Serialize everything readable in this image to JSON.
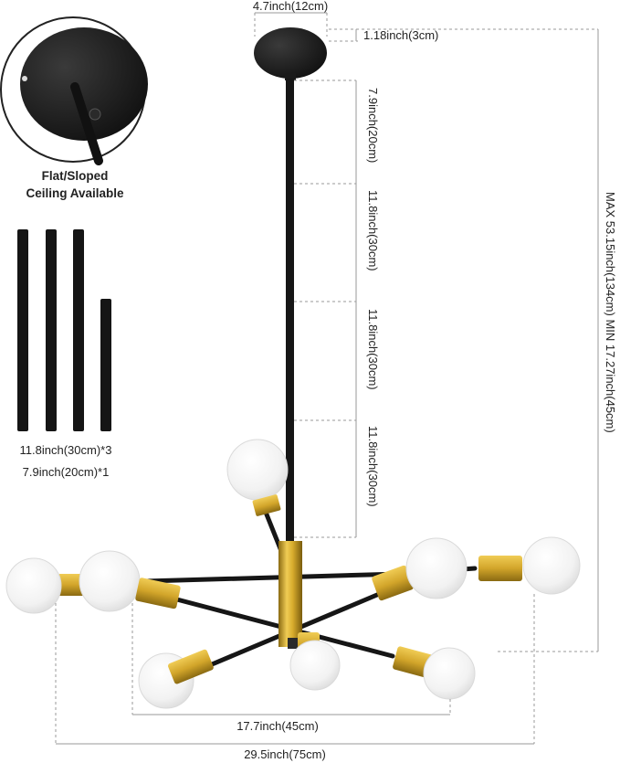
{
  "colors": {
    "black_metal": "#1c1c1c",
    "gold_metal": "#c9a227",
    "glass_globe": "#f4f4f4",
    "dimension_line": "#9a9a9a"
  },
  "labels": {
    "canopy_width": "4.7inch(12cm)",
    "canopy_height": "1.18inch(3cm)",
    "rod_1": "7.9inch(20cm)",
    "rod_2": "11.8inch(30cm)",
    "rod_3": "11.8inch(30cm)",
    "rod_4": "11.8inch(30cm)",
    "overall_height": "MAX 53.15inch(134cm)   MIN 17.27inch(45cm)",
    "ceiling_line1": "Flat/Sloped",
    "ceiling_line2": "Ceiling Available",
    "rods_line1": "11.8inch(30cm)*3",
    "rods_line2": "7.9inch(20cm)*1",
    "inner_width": "17.7inch(45cm)",
    "overall_width": "29.5inch(75cm)"
  }
}
